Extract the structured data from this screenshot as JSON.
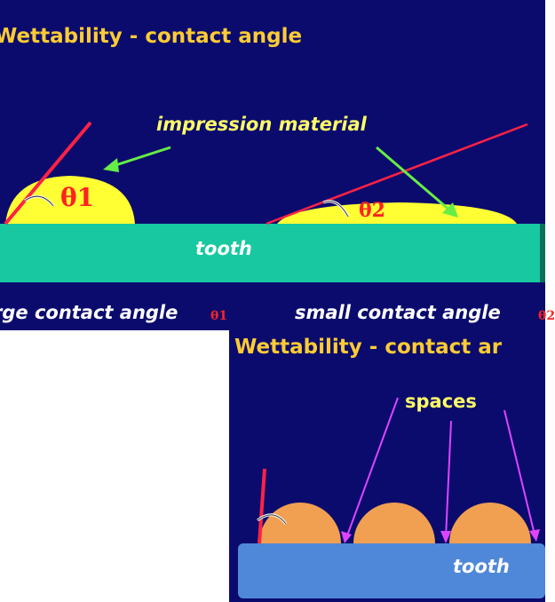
{
  "top_panel": {
    "title": "Wettability  - contact angle",
    "impression_label": "impression material",
    "tooth_label": "tooth",
    "theta1": "θ1",
    "theta2": "θ2",
    "large_caption": "rge contact angle",
    "large_theta": "θ1",
    "small_caption": "small contact angle",
    "small_theta": "θ2"
  },
  "bottom_panel": {
    "title": "Wettability  - contact ar",
    "spaces_label": "spaces",
    "tooth_label": "tooth"
  },
  "colors": {
    "background": "#0b0b6e",
    "title": "#ffcc33",
    "tooth_top": "#18c8a0",
    "tooth_bottom": "#4f88d8",
    "drop_top": "#ffff33",
    "drop_bottom": "#f0a050",
    "contact_line": "#ff2244",
    "arrow_green": "#66ee44",
    "arrow_magenta": "#dd44ff"
  }
}
